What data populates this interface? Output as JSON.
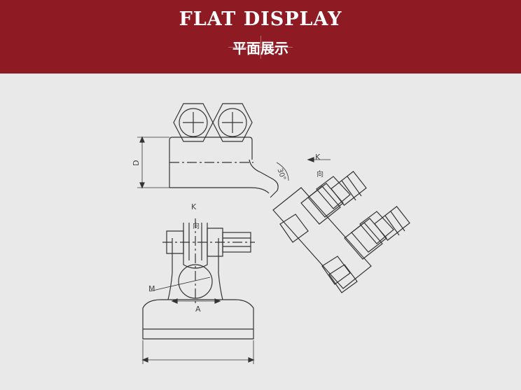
{
  "header": {
    "title_en": "FLAT DISPLAY",
    "title_cn": "平面展示",
    "background": "#8e1a24"
  },
  "drawing": {
    "labels": {
      "d": "D",
      "k_top": "K",
      "k_dir": "向",
      "angle": "30°",
      "k_left": "K",
      "k_left_dir": "向",
      "m": "M",
      "a": "A"
    }
  }
}
